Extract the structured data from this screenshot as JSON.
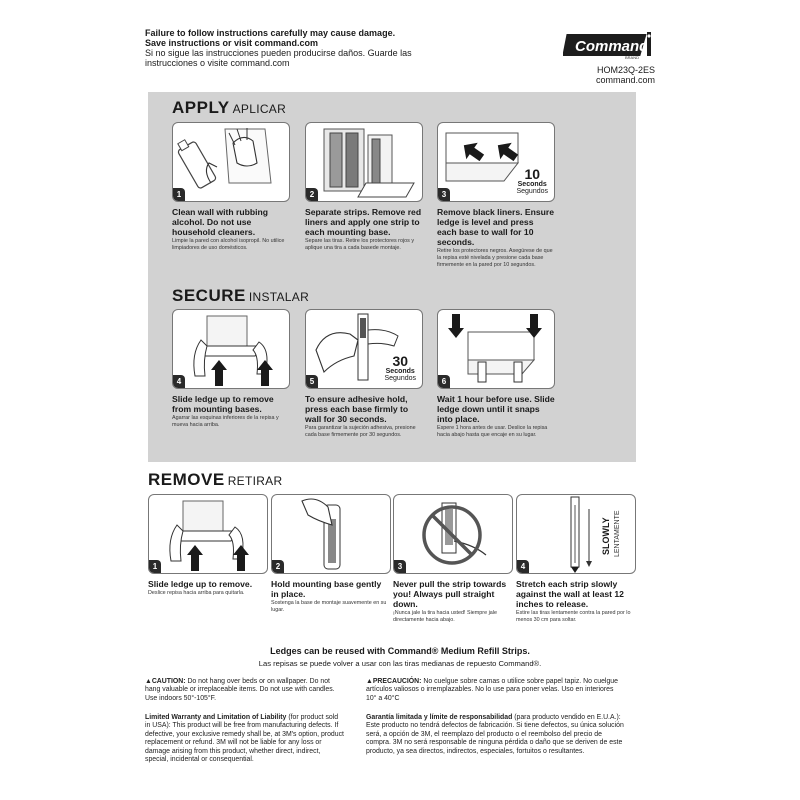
{
  "header": {
    "warning_en_1": "Failure to follow instructions carefully may cause damage.",
    "warning_en_2": "Save instructions or visit command.com",
    "warning_es_1": "Si no sigue las instrucciones pueden producirse daños. Guarde las",
    "warning_es_2": "instrucciones o visite command.com",
    "brand_name": "Command",
    "brand_small": "BRAND",
    "product_code": "HOM23Q-2ES",
    "website": "command.com"
  },
  "apply": {
    "title": "APPLY",
    "subtitle": "APLICAR",
    "steps": [
      {
        "num": "1",
        "en": "Clean wall with rubbing alcohol. Do not use household cleaners.",
        "es": "Limpie la pared con alcohol isopropil. No utilice limpiadores de uso domésticos."
      },
      {
        "num": "2",
        "en": "Separate strips. Remove red liners and apply one strip to each mounting base.",
        "es": "Separe las tiras. Retire los protectores rojos y aplique una tira a cada basede montaje."
      },
      {
        "num": "3",
        "en": "Remove black liners. Ensure ledge is level and press each base to wall for 10 seconds.",
        "es": "Retire los protectores negros. Asegúrese de que la repisa esté nivelada y presione cada base firmemente en la pared por 10 segundos.",
        "timer_num": "10",
        "timer_en": "Seconds",
        "timer_es": "Segundos"
      }
    ]
  },
  "secure": {
    "title": "SECURE",
    "subtitle": "INSTALAR",
    "steps": [
      {
        "num": "4",
        "en": "Slide ledge up to remove from mounting bases.",
        "es": "Agarrar las esquinas inferiores de la repisa y mueva hacia arriba."
      },
      {
        "num": "5",
        "en": "To ensure adhesive hold, press each base firmly to wall for 30 seconds.",
        "es": "Para garantizar la sujeción adhesiva, presione cada base firmemente por 30 segundos.",
        "timer_num": "30",
        "timer_en": "Seconds",
        "timer_es": "Segundos"
      },
      {
        "num": "6",
        "en": "Wait 1 hour before use. Slide ledge down until it snaps into place.",
        "es": "Espere 1 hora antes de usar. Deslice la repisa hacia abajo hasta que encaje en su lugar."
      }
    ]
  },
  "remove": {
    "title": "REMOVE",
    "subtitle": "RETIRAR",
    "steps": [
      {
        "num": "1",
        "en": "Slide ledge up to remove.",
        "es": "Deslice repisa hacia arriba para quitarla."
      },
      {
        "num": "2",
        "en": "Hold mounting base gently in place.",
        "es": "Sostenga la base de montaje suavemente en su lugar."
      },
      {
        "num": "3",
        "en": "Never pull the strip towards you! Always pull straight down.",
        "es": "¡Nunca jale la tira hacia usted! Siempre jale directamente hacia abajo."
      },
      {
        "num": "4",
        "en": "Stretch each strip slowly against the wall at least 12 inches to release.",
        "es": "Estire las tiras lentamente contra la pared por lo menos 30 cm para soltar.",
        "slow_en": "SLOWLY",
        "slow_es": "LENTAMENTE"
      }
    ]
  },
  "reuse": {
    "en": "Ledges can be reused with Command® Medium Refill Strips.",
    "es": "Las repisas se puede volver a usar con las tiras medianas de repuesto Command®."
  },
  "legal": {
    "caution_title": "▲CAUTION:",
    "caution_body": "Do not hang over beds or on wallpaper. Do not hang valuable or irreplaceable items. Do not use with candles. Use indoors 50°-105°F.",
    "precaucion_title": "▲PRECAUCIÓN:",
    "precaucion_body": "No cuelgue sobre camas o utilice sobre papel tapiz. No cuelgue artículos valiosos o irremplazables. No lo use para poner velas. Uso en interiores 10° a 40°C",
    "warranty_title": "Limited Warranty and Limitation of Liability",
    "warranty_body": "(for product sold in USA): This product will be free from manufacturing defects. If defective, your exclusive remedy shall be, at 3M's option, product replacement or refund. 3M will not be liable for any loss or damage arising from this product, whether direct, indirect, special, incidental or consequential.",
    "garantia_title": "Garantía limitada y límite de responsabilidad",
    "garantia_body": "(para producto vendido en E.U.A.): Este producto no tendrá defectos de fabricación. Si tiene defectos, su única solución será, a opción de 3M, el reemplazo del producto o el reembolso del precio de compra. 3M no será responsable de ninguna pérdida o daño que se deriven de este producto, ya sea directos, indirectos, especiales, fortuitos o resultantes."
  }
}
